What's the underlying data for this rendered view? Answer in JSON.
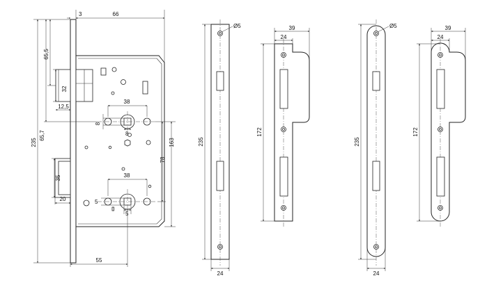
{
  "lock_body": {
    "dims": {
      "faceplate_thickness": "3",
      "body_width": "66",
      "top_to_latch": "65,5",
      "top_to_handle": "65,7",
      "overall_height": "235",
      "latch_height": "32",
      "latch_projection": "12,5",
      "lever_spacing": "38",
      "latch_follower_offset": "8",
      "follower_square": "8",
      "handle_to_bottom": "163",
      "follower_to_cylinder": "78",
      "bolt_height": "35",
      "bolt_projection": "20",
      "cylinder_offset": "5",
      "cylinder_square": "5",
      "backset": "55"
    }
  },
  "strike_straight": {
    "dims": {
      "hole_dia": "Ø5",
      "height": "235",
      "width": "24"
    }
  },
  "keeper_straight": {
    "dims": {
      "lip_width": "39",
      "width": "24",
      "height": "172"
    }
  },
  "strike_rounded": {
    "dims": {
      "hole_dia": "Ø5",
      "height": "235",
      "width": "24"
    }
  },
  "keeper_rounded": {
    "dims": {
      "lip_width": "39",
      "width": "24",
      "height": "172"
    }
  }
}
